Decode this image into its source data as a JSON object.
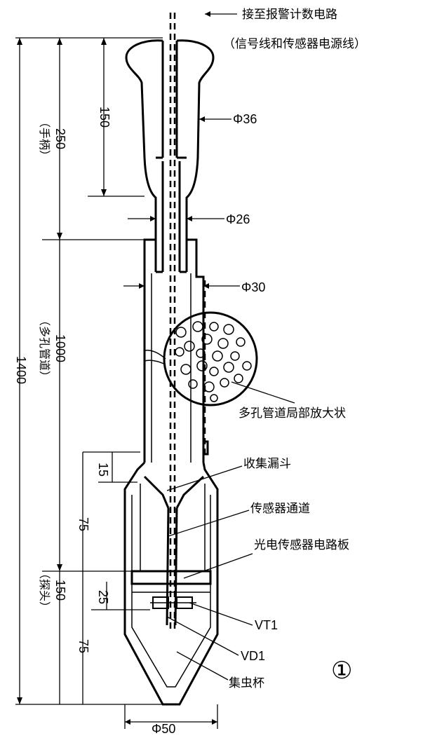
{
  "labels": {
    "top_line1": "接至报警计数电路",
    "top_line2": "（信号线和传感器电源线）",
    "phi36": "Φ36",
    "phi26": "Φ26",
    "phi30": "Φ30",
    "phi50": "Φ50",
    "porous_zoom": "多孔管道局部放大状",
    "funnel": "收集漏斗",
    "sensor_channel": "传感器通道",
    "pcb": "光电传感器电路板",
    "vt1": "VT1",
    "vd1": "VD1",
    "cup": "集虫杯",
    "fig_no": "①"
  },
  "dims": {
    "total": "1400",
    "handle": "250",
    "handle_cn": "（手柄）",
    "handle_inner": "150",
    "tube": "1000",
    "tube_cn": "（多孔管道）",
    "probe": "150",
    "probe_cn": "（探头）",
    "d15": "15",
    "d75a": "75",
    "d25": "25",
    "d75b": "75"
  }
}
